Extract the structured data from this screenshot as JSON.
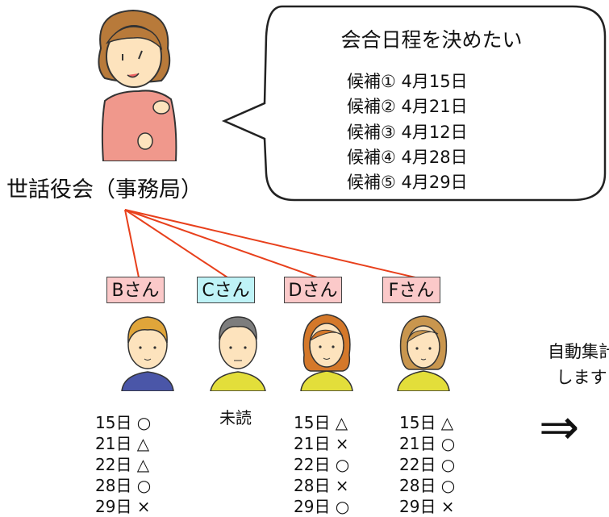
{
  "secretariat": {
    "label": "世話役会（事務局）",
    "bubble_title": "会合日程を決めたい",
    "candidates": [
      "候補①  4月15日",
      "候補②  4月21日",
      "候補③  4月12日",
      "候補④  4月28日",
      "候補⑤  4月29日"
    ]
  },
  "members": [
    {
      "name": "Bさん",
      "tag_color": "#fbc9c9",
      "shirt_color": "#4a56a8",
      "hair_color": "#e0a53a",
      "answers": [
        "15日 ○",
        "21日 △",
        "22日 △",
        "28日 ○",
        "29日 ×"
      ]
    },
    {
      "name": "Cさん",
      "tag_color": "#bff3f7",
      "shirt_color": "#e3de3a",
      "hair_color": "#7d7d7d",
      "status": "未読"
    },
    {
      "name": "Dさん",
      "tag_color": "#fbc9c9",
      "shirt_color": "#e3de3a",
      "hair_color": "#d4782a",
      "answers": [
        "15日 △",
        "21日 ×",
        "22日 ○",
        "28日 ×",
        "29日 ○"
      ]
    },
    {
      "name": "Fさん",
      "tag_color": "#fbc9c9",
      "shirt_color": "#e3de3a",
      "hair_color": "#c9964e",
      "answers": [
        "15日 △",
        "21日 ○",
        "22日 ○",
        "28日 ○",
        "29日 ×"
      ]
    }
  ],
  "aggregate": {
    "line1": "自動集計",
    "line2": "します",
    "arrow": "⇒"
  },
  "colors": {
    "connector": "#e8401c",
    "woman_dress": "#f0988c",
    "woman_hair": "#b87a3a",
    "skin": "#fde3bd"
  }
}
